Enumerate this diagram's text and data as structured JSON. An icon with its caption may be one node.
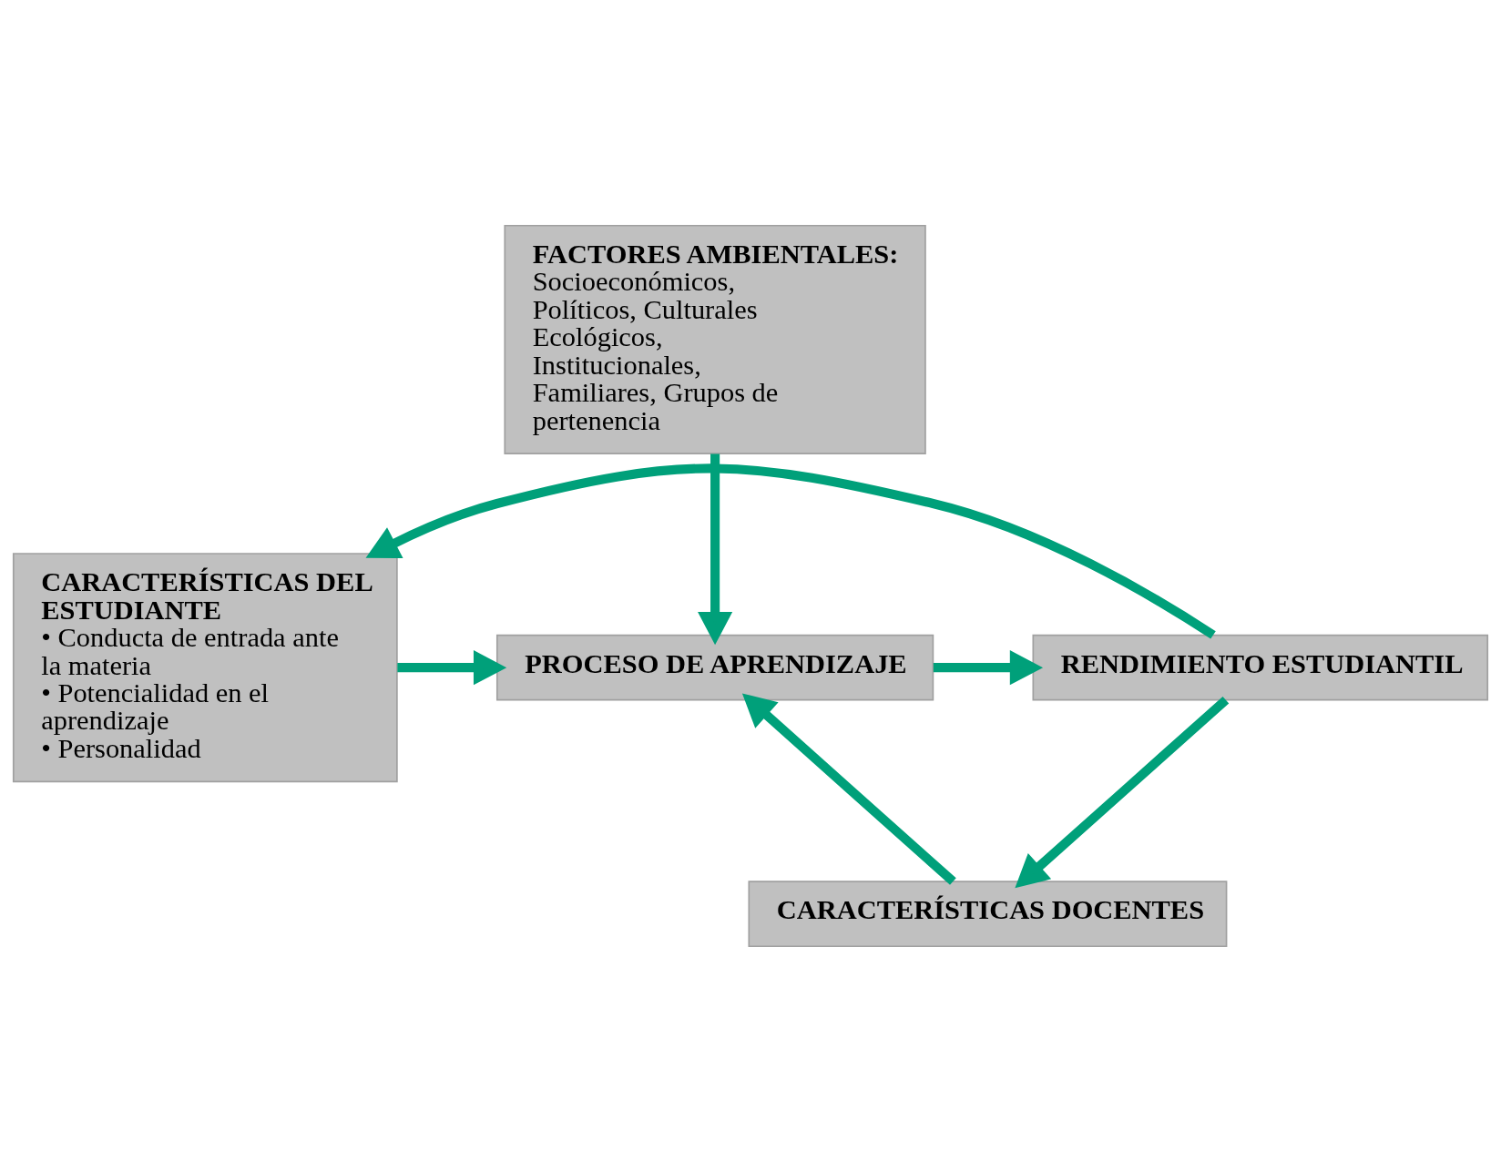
{
  "diagram": {
    "nodes": [
      {
        "text": [
          "FACTORES AMBIENTALES:",
          "Socioeconómicos, Políticos, Culturales Ecológicos, Institucionales, Familiares, Grupos de pertenencia"
        ]
      },
      {
        "text": [
          "CARACTERÍSTICAS DEL ESTUDIANTE",
          "• Conducta de entrada ante la materia",
          "• Potencialidad en el aprendizaje",
          "• Personalidad"
        ]
      },
      {
        "text": [
          "PROCESO DE APRENDIZAJE"
        ]
      },
      {
        "text": [
          "RENDIMIENTO ESTUDIANTIL"
        ]
      },
      {
        "text": [
          "CARACTERÍSTICAS DOCENTES"
        ]
      }
    ],
    "edges": [
      {
        "from": 0,
        "to": 2,
        "arrow": "to"
      },
      {
        "from": 1,
        "to": 2,
        "arrow": "to"
      },
      {
        "from": 2,
        "to": 3,
        "arrow": "to"
      },
      {
        "from": 4,
        "to": 2,
        "arrow": "to"
      },
      {
        "from": 3,
        "to": 1,
        "arrow": "to"
      },
      {
        "from": 3,
        "to": 4,
        "arrow": "to"
      }
    ]
  }
}
